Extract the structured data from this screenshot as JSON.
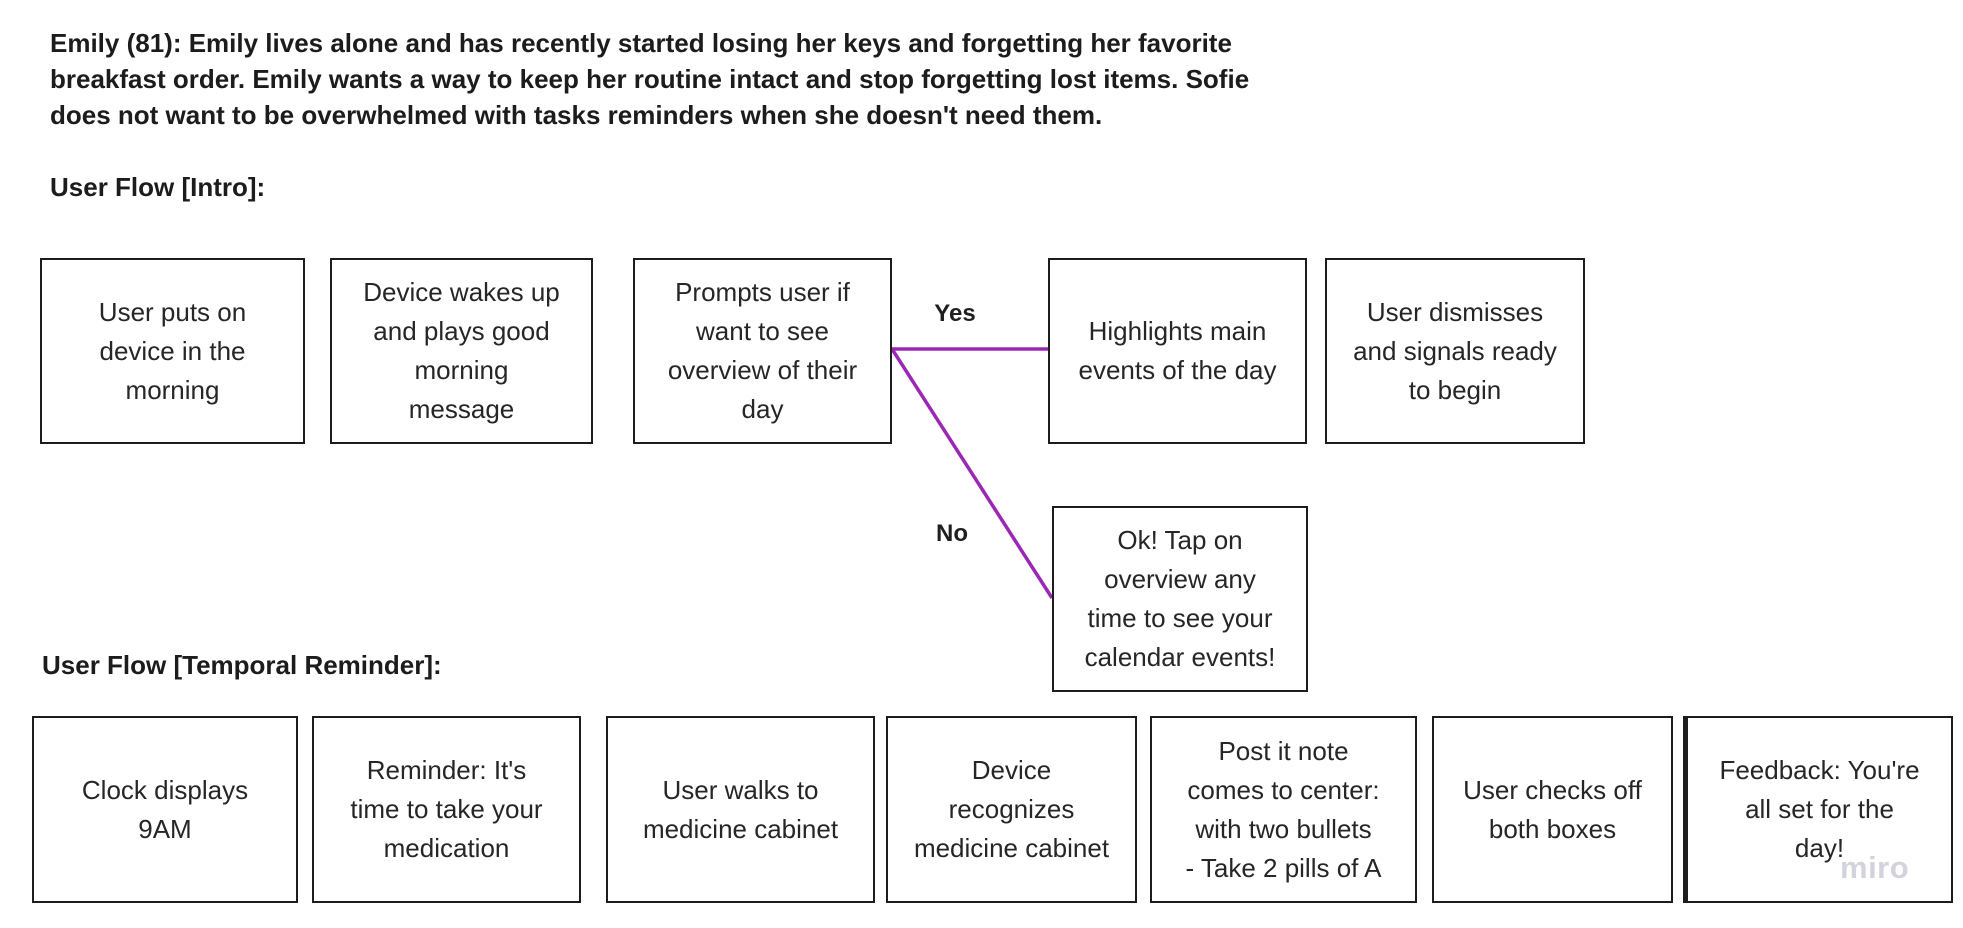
{
  "board": {
    "background_color": "#ffffff",
    "shape_fill_color": "#ffffff",
    "shape_border_color": "#1d1d1d",
    "text_color": "#262626",
    "connector_color": "#9b27b5",
    "watermark": "miro",
    "watermark_color": "#d3d3dd"
  },
  "persona": {
    "lines": [
      "Emily (81): Emily lives alone and has recently started losing her keys and forgetting her favorite",
      "breakfast order. Emily wants a way to keep her routine intact and stop forgetting lost items. Sofie",
      "does not want to be overwhelmed with tasks reminders when she doesn't need them."
    ]
  },
  "headings": {
    "intro": "User Flow [Intro]:",
    "temporal": "User Flow [Temporal Reminder]:"
  },
  "intro_flow": {
    "boxes": [
      {
        "lines": [
          "User puts on",
          "device in the",
          "morning"
        ]
      },
      {
        "lines": [
          "Device wakes up",
          "and plays good",
          "morning",
          "message"
        ]
      },
      {
        "lines": [
          "Prompts user if",
          "want to see",
          "overview of their",
          "day"
        ]
      },
      {
        "lines": [
          "Highlights main",
          "events of the day"
        ]
      },
      {
        "lines": [
          "User dismisses",
          "and signals ready",
          "to begin"
        ]
      }
    ],
    "yes_label": "Yes",
    "no_label": "No",
    "no_branch_box": {
      "lines": [
        "Ok! Tap on",
        "overview any",
        "time to see your",
        "calendar events!"
      ]
    }
  },
  "temporal_flow": {
    "boxes": [
      {
        "lines": [
          "Clock displays",
          "9AM"
        ]
      },
      {
        "lines": [
          "Reminder: It's",
          "time to take your",
          "medication"
        ]
      },
      {
        "lines": [
          "User walks to",
          "medicine cabinet"
        ]
      },
      {
        "lines": [
          "Device",
          "recognizes",
          "medicine cabinet"
        ]
      },
      {
        "lines": [
          "Post it note",
          "comes to center:",
          "with two bullets",
          "- Take 2 pills of A"
        ]
      },
      {
        "lines": [
          "User checks off",
          "both boxes"
        ]
      },
      {
        "lines": [
          "Feedback: You're",
          "all set for the",
          "day!"
        ]
      }
    ]
  }
}
